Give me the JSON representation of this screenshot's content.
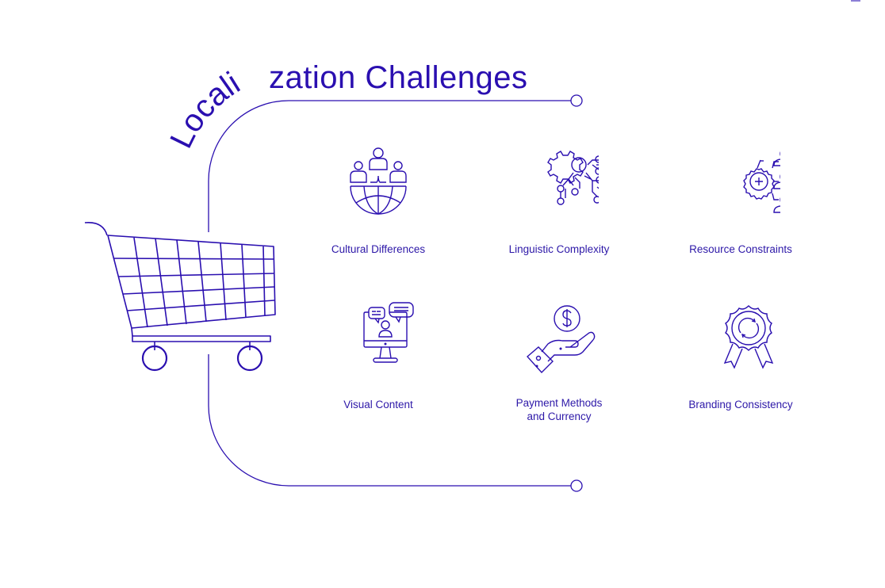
{
  "title": {
    "curved_part": "Locali",
    "straight_part": "zation Challenges",
    "full": "Localization Challenges"
  },
  "colors": {
    "primary": "#2a0fb0",
    "label": "#2d18a8",
    "background": "#ffffff"
  },
  "central_graphic": "shopping-cart-icon",
  "challenges": [
    {
      "label": "Cultural Differences",
      "icon": "people-globe-icon"
    },
    {
      "label": "Linguistic Complexity",
      "icon": "gear-circuit-icon"
    },
    {
      "label": "Resource Constraints",
      "icon": "gear-people-icon"
    },
    {
      "label": "Visual Content",
      "icon": "monitor-chat-icon"
    },
    {
      "label_line1": "Payment Methods",
      "label_line2": "and Currency",
      "icon": "hand-dollar-icon"
    },
    {
      "label": "Branding Consistency",
      "icon": "badge-refresh-icon"
    }
  ]
}
